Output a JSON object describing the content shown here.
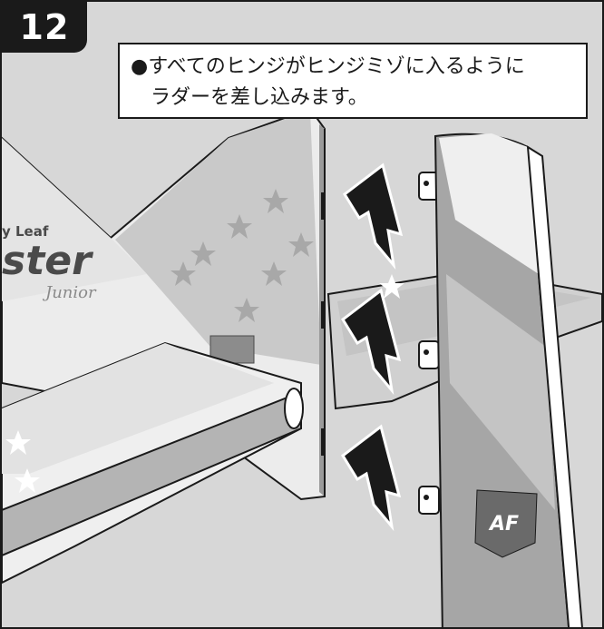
{
  "step": {
    "number": "12"
  },
  "caption": {
    "bullet": "●",
    "line1": "すべてのヒンジがヒンジミゾに入るように",
    "line2": "ラダーを差し込みます。"
  },
  "fuselage_logo": {
    "brand_line": "y Leaf",
    "name_fragment": "ster",
    "script": "Junior"
  },
  "rudder_logo": "AF",
  "colors": {
    "background": "#d7d7d7",
    "outline": "#1a1a1a",
    "arrow": "#1a1a1a",
    "panel_light": "#f2f2f2",
    "panel_mid": "#bdbdbd",
    "panel_dark": "#8e8e8e"
  },
  "icons": [
    "insert-arrow-icon",
    "star-icon",
    "hinge-icon",
    "af-logo-icon"
  ]
}
